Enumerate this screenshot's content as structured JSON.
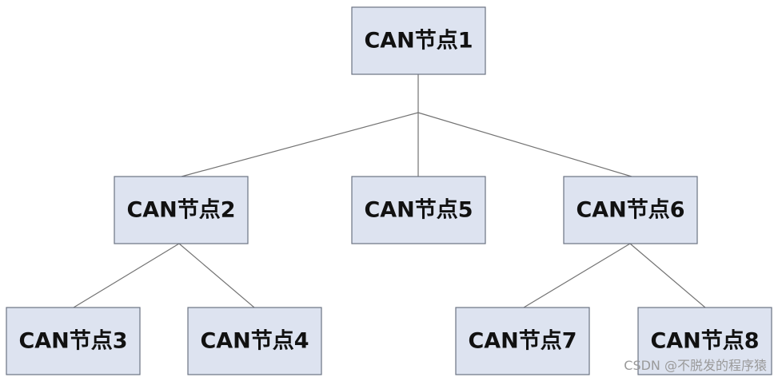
{
  "diagram": {
    "nodes": [
      {
        "id": "n1",
        "label": "CAN节点1"
      },
      {
        "id": "n2",
        "label": "CAN节点2"
      },
      {
        "id": "n5",
        "label": "CAN节点5"
      },
      {
        "id": "n6",
        "label": "CAN节点6"
      },
      {
        "id": "n3",
        "label": "CAN节点3"
      },
      {
        "id": "n4",
        "label": "CAN节点4"
      },
      {
        "id": "n7",
        "label": "CAN节点7"
      },
      {
        "id": "n8",
        "label": "CAN节点8"
      }
    ],
    "edges": [
      {
        "from": "n1",
        "to": "n2"
      },
      {
        "from": "n1",
        "to": "n5"
      },
      {
        "from": "n1",
        "to": "n6"
      },
      {
        "from": "n2",
        "to": "n3"
      },
      {
        "from": "n2",
        "to": "n4"
      },
      {
        "from": "n6",
        "to": "n7"
      },
      {
        "from": "n6",
        "to": "n8"
      }
    ]
  },
  "watermark": "CSDN @不脱发的程序猿",
  "colors": {
    "node_fill": "#dde3f0",
    "node_border": "#6c7383",
    "edge": "#737373"
  }
}
